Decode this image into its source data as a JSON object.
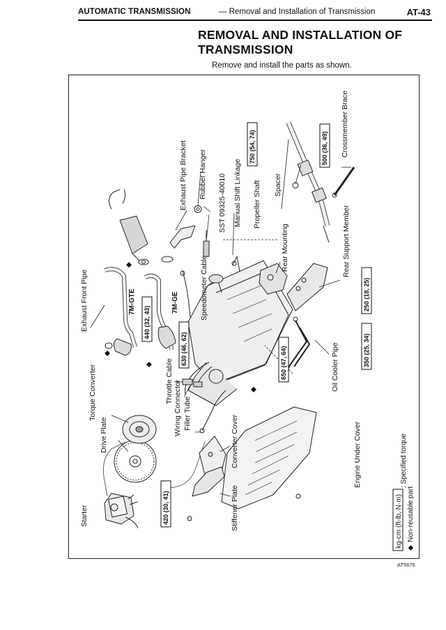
{
  "header": {
    "section": "AUTOMATIC TRANSMISSION",
    "subsection": "— Removal and Installation of Transmission",
    "page": "AT-43"
  },
  "title": "REMOVAL AND INSTALLATION OF TRANSMISSION",
  "subtitle": "Remove and install the parts as shown.",
  "figure": {
    "id": "AT5675",
    "labels": {
      "starter": "Starter",
      "drive_plate": "Drive Plate",
      "torque_converter": "Torque Converter",
      "exhaust_front_pipe": "Exhaust Front Pipe",
      "throttle_cable": "Throttle Cable",
      "wiring_connector": "Wiring Connector",
      "filler_tube": "Filler Tube",
      "converter_cover": "Converter Cover",
      "stiffener_plate": "Stiffener Plate",
      "speedometer_cable": "Speedometer Cable",
      "sst": "SST 09325-40010",
      "rubber_hanger": "Rubber Hanger",
      "exhaust_pipe_bracket": "Exhaust Pipe Bracket",
      "manual_shift_linkage": "Manual Shift Linkage",
      "propeller_shaft": "Propeller Shaft",
      "spacer": "Spacer",
      "crossmember_brace": "Crossmember Brace",
      "rear_mounting": "Rear Mounting",
      "rear_support_member": "Rear Support Member",
      "oil_cooler_pipe": "Oil Cooler Pipe",
      "engine_under_cover": "Engine Under Cover",
      "model_7mgte": "7M-GTE",
      "model_7mge": "7M-GE"
    },
    "torques": {
      "t420": "420 (30, 41)",
      "t440": "440 (32, 43)",
      "t630": "630 (46, 62)",
      "t650": "650 (47, 64)",
      "t350": "350 (25, 34)",
      "t250": "250 (18, 25)",
      "t750": "750 (54, 74)",
      "t500": "500 (36, 49)"
    },
    "legend": {
      "units": "kg-cm (ft-lb, N·m)",
      "units_desc": ": Specified torque",
      "nonreusable_symbol": "◆",
      "nonreusable_desc": "Non-reusable part"
    }
  }
}
